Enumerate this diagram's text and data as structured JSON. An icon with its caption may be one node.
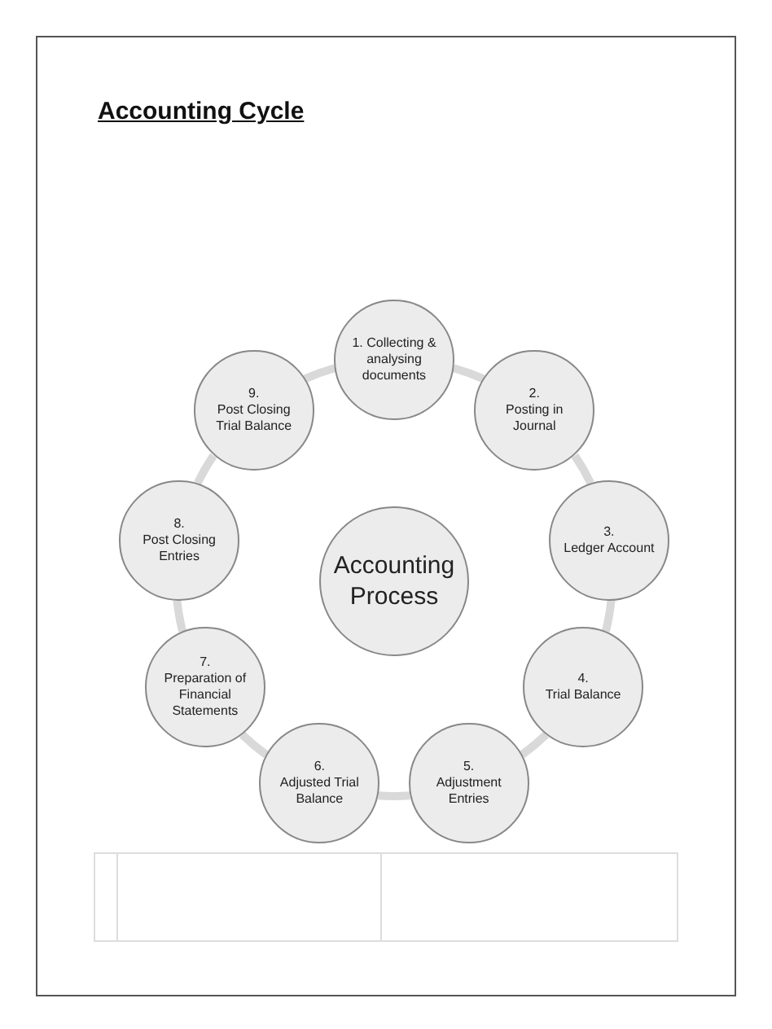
{
  "diagram": {
    "title": "Accounting Cycle",
    "nodes": [
      {
        "text": [
          "1. Collecting & analysing documents"
        ]
      },
      {
        "text": [
          "2.",
          "Posting in Journal"
        ]
      },
      {
        "text": [
          "3.",
          "Ledger Account"
        ]
      },
      {
        "text": [
          "4.",
          "Trial Balance"
        ]
      },
      {
        "text": [
          "5.",
          "Adjustment Entries"
        ]
      },
      {
        "text": [
          "6.",
          "Adjusted Trial Balance"
        ]
      },
      {
        "text": [
          "7.",
          "Preparation of Financial Statements"
        ]
      },
      {
        "text": [
          "8.",
          "Post Closing Entries"
        ]
      },
      {
        "text": [
          "9.",
          "Post Closing Trial Balance"
        ]
      },
      {
        "text": [
          "Accounting Process"
        ]
      }
    ],
    "edges": [
      {
        "from": 0,
        "to": 1,
        "arrow": "none"
      },
      {
        "from": 1,
        "to": 2,
        "arrow": "none"
      },
      {
        "from": 2,
        "to": 3,
        "arrow": "none"
      },
      {
        "from": 3,
        "to": 4,
        "arrow": "none"
      },
      {
        "from": 4,
        "to": 5,
        "arrow": "none"
      },
      {
        "from": 5,
        "to": 6,
        "arrow": "none"
      },
      {
        "from": 6,
        "to": 7,
        "arrow": "none"
      },
      {
        "from": 7,
        "to": 8,
        "arrow": "none"
      },
      {
        "from": 8,
        "to": 0,
        "arrow": "none"
      }
    ]
  }
}
